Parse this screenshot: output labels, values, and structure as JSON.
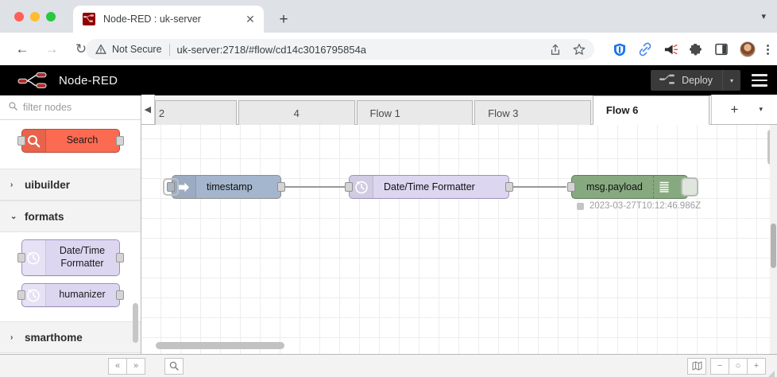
{
  "browser": {
    "tab": {
      "title": "Node-RED : uk-server",
      "favicon_name": "node-red-favicon",
      "close_label": "✕"
    },
    "new_tab_label": "+",
    "window_chevron": "▾",
    "nav": {
      "back_label": "←",
      "forward_label": "→",
      "reload_label": "↻"
    },
    "omnibox": {
      "security_label": "Not Secure",
      "url": "uk-server:2718/#flow/cd14c3016795854a",
      "share_icon": "share-icon",
      "bookmark_icon": "star-icon"
    },
    "extensions": [
      {
        "name": "shield-extension-icon",
        "color": "#1a73e8"
      },
      {
        "name": "link-extension-icon",
        "color": "#4285f4"
      },
      {
        "name": "megaphone-extension-icon",
        "color": "#333333"
      },
      {
        "name": "puzzle-extension-icon",
        "color": "#4a4a4a"
      },
      {
        "name": "sidepanel-icon",
        "color": "#3c4043"
      }
    ]
  },
  "nodered": {
    "brand": "Node-RED",
    "deploy_label": "Deploy",
    "deploy_caret": "▾",
    "menu_icon": "hamburger-menu-icon"
  },
  "palette": {
    "filter_placeholder": "filter nodes",
    "search_node_label": "Search",
    "categories": [
      {
        "name": "uibuilder",
        "expanded": false,
        "chevron": "›"
      },
      {
        "name": "formats",
        "expanded": true,
        "chevron": "⌄"
      },
      {
        "name": "smarthome",
        "expanded": false,
        "chevron": "›"
      }
    ],
    "formats_nodes": [
      {
        "label": "Date/Time Formatter",
        "icon": "clock-icon"
      },
      {
        "label": "humanizer",
        "icon": "clock-icon"
      }
    ]
  },
  "tabbar": {
    "scroll_left_icon": "◀",
    "tabs": [
      {
        "label": "2",
        "active": false,
        "clipped": true
      },
      {
        "label": "4",
        "active": false,
        "clipped": false
      },
      {
        "label": "Flow 1",
        "active": false,
        "clipped": false
      },
      {
        "label": "Flow 3",
        "active": false,
        "clipped": false
      },
      {
        "label": "Flow 6",
        "active": true,
        "clipped": false
      }
    ],
    "add_label": "+",
    "menu_label": "▾"
  },
  "flow": {
    "nodes": [
      {
        "label": "timestamp",
        "type": "inject",
        "icon": "arrow-right-icon",
        "selected": true
      },
      {
        "label": "Date/Time Formatter",
        "type": "formatter",
        "icon": "clock-icon",
        "selected": false
      },
      {
        "label": "msg.payload",
        "type": "debug",
        "icon": "debug-lines-icon",
        "selected": false
      }
    ],
    "debug_status": "2023-03-27T10:12:46.986Z"
  },
  "bottombar": {
    "collapse_all_label": "«",
    "expand_all_label": "»",
    "search_icon": "search-icon",
    "map_icon": "navigator-map-icon",
    "zoom_out_label": "−",
    "zoom_reset_label": "○",
    "zoom_in_label": "+"
  }
}
